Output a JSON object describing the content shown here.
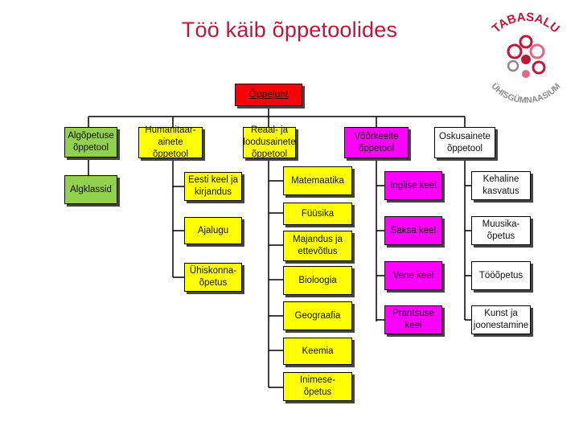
{
  "title": "Töö käib õppetoolides",
  "logo": {
    "top_text": "TABASALU",
    "bottom_text": "ÜHISGÜMNAASIUM",
    "colors": [
      "#c0153a",
      "#e06a86",
      "#8a8a8a"
    ]
  },
  "root": "Õppejuht",
  "departments": [
    {
      "label": "Algõpetuse õppetool",
      "color": "#92d050",
      "subjects": [
        "Algklassid"
      ]
    },
    {
      "label": "Humanitaar-ainete õppetool",
      "color": "#ffff00",
      "subjects": [
        "Eesti keel ja kirjandus",
        "Ajalugu",
        "Ühiskonna-õpetus"
      ]
    },
    {
      "label": "Reaal- ja loodusainete õppetool",
      "color": "#ffff00",
      "subjects": [
        "Matemaatika",
        "Füüsika",
        "Majandus ja ettevõtlus",
        "Bioloogia",
        "Geograafia",
        "Keemia",
        "Inimese-õpetus"
      ]
    },
    {
      "label": "Võõrkeelte õppetool",
      "color": "#ff00ff",
      "subjects": [
        "Inglise keel",
        "Saksa keel",
        "Vene keel",
        "Prantsuse keel"
      ]
    },
    {
      "label": "Oskusainete õppetool",
      "color": "#ffffff",
      "subjects": [
        "Kehaline kasvatus",
        "Muusika-õpetus",
        "Tööõpetus",
        "Kunst ja joonestamine"
      ]
    }
  ]
}
